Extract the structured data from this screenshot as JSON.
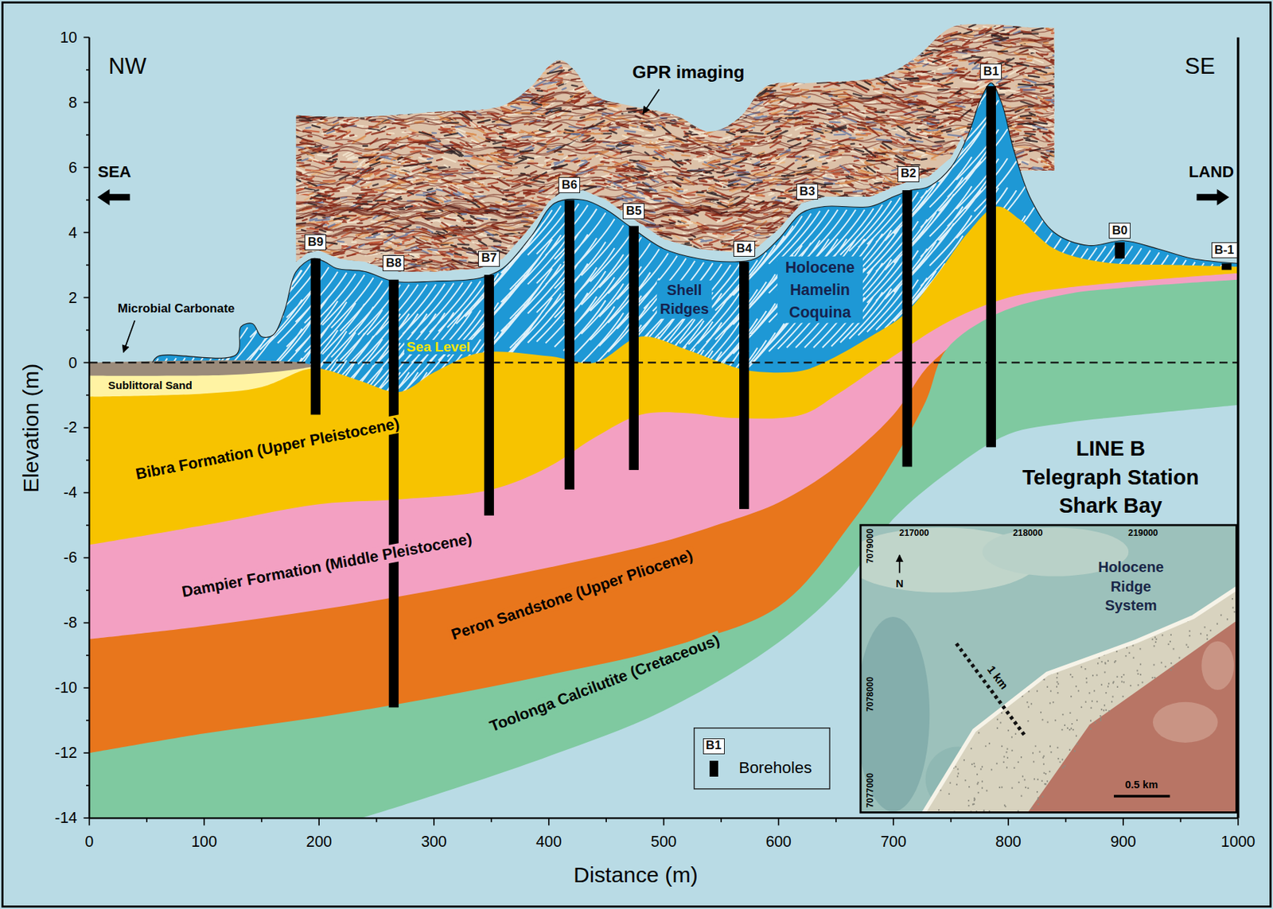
{
  "diagram": {
    "nodes": [
      {
        "text": [
          "B9"
        ]
      },
      {
        "text": [
          "B8"
        ]
      },
      {
        "text": [
          "B7"
        ]
      },
      {
        "text": [
          "B6"
        ]
      },
      {
        "text": [
          "B5"
        ]
      },
      {
        "text": [
          "B4"
        ]
      },
      {
        "text": [
          "B3"
        ]
      },
      {
        "text": [
          "B2"
        ]
      },
      {
        "text": [
          "B1"
        ]
      },
      {
        "text": [
          "B0"
        ]
      },
      {
        "text": [
          "B-1"
        ]
      },
      {
        "text": [
          "B1"
        ]
      }
    ],
    "labels": [
      "NW",
      "SE",
      "SEA",
      "LAND",
      "GPR imaging",
      "Microbial Carbonate",
      "Sublittoral Sand",
      "Sea Level",
      "Shell Ridges",
      "Holocene Hamelin Coquina",
      "Bibra Formation (Upper Pleistocene)",
      "Dampier Formation (Middle Pleistocene)",
      "Peron Sandstone (Upper Pliocene)",
      "Toolonga Calcilutite (Cretaceous)",
      "LINE B",
      "Telegraph Station",
      "Shark Bay",
      "10",
      "8",
      "6",
      "4",
      "2",
      "0",
      "-2",
      "-4",
      "-6",
      "-8",
      "-10",
      "-12",
      "-14",
      "Elevation (m)",
      "0",
      "100",
      "200",
      "300",
      "400",
      "500",
      "600",
      "700",
      "800",
      "900",
      "1000",
      "Distance (m)",
      "217000",
      "218000",
      "219000",
      "7079000",
      "7078000",
      "7077000",
      "N",
      "Holocene Ridge System",
      "1 km",
      "0.5 km"
    ],
    "legend": [
      {
        "text": "Boreholes"
      }
    ]
  }
}
